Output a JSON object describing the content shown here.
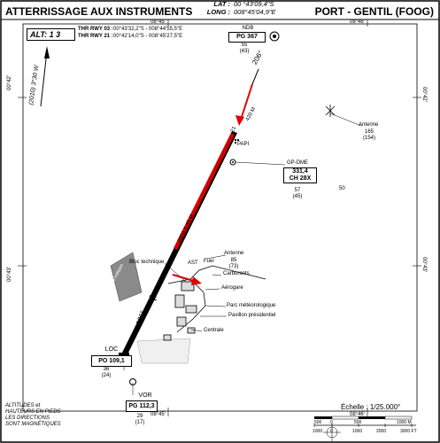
{
  "header": {
    "title_left": "ATTERRISSAGE AUX INSTRUMENTS",
    "title_right": "PORT - GENTIL (FOOG)",
    "lat_label": "LAT :",
    "lat_value": "00 °43'09,4\"S",
    "long_label": "LONG :",
    "long_value": "008°45'04,9\"E"
  },
  "alt_box": "ALT:  1 3",
  "thresholds": [
    {
      "label": "THR RWY 03 :",
      "value": "00°43'32,2\"S - 008°44'55,5\"E"
    },
    {
      "label": "THR RWY 21 :",
      "value": "00°42'14,0\"S - 008°45'27,5\"E"
    }
  ],
  "grid_labels": {
    "top_left": "08°45'",
    "top_right": "08°46'",
    "bottom_left": "08°45'",
    "bottom_right": "08°46'",
    "left_top": "00°42'",
    "left_bottom": "00°43'",
    "right_top": "00°42'",
    "right_bottom": "00°43'"
  },
  "magvar": "(2010) 3°30 W",
  "ndb": {
    "type": "NDB",
    "ident": "PG 367",
    "elev": "55",
    "elev_paren": "(43)"
  },
  "gp_dme": {
    "type": "GP-DME",
    "freq": "331,4",
    "channel": "CH 28X",
    "elev": "57",
    "elev_paren": "(45)"
  },
  "loc": {
    "type": "LOC",
    "ident": "PO 109,1",
    "elev": "36",
    "elev_paren": "(24)"
  },
  "vor": {
    "type": "VOR",
    "ident": "PG 112,3",
    "elev": "29",
    "elev_paren": "(17)"
  },
  "antenne_ne": {
    "label": "Antenne",
    "elev": "165",
    "elev_paren": "(154)"
  },
  "antenne_sw": {
    "label": "Antenne",
    "elev": "85",
    "elev_paren": "(73)"
  },
  "runway": {
    "dimensions": "2600 X 45 M",
    "heading_21": "206°",
    "heading_03": "026°",
    "thr_21": "21",
    "thr_03": "12",
    "dist_420": "420 M"
  },
  "labels": {
    "papi": "PAPI",
    "bloc_technique": "Bloc technique",
    "ast": "AST",
    "fuel": "Fuel",
    "carburants": "Carburants",
    "aerogare": "Aérogare",
    "parc_meteo": "Parc météorologique",
    "pavillon": "Pavillon présidentiel",
    "centrale": "Centrale",
    "zone_grey": "zone militaire",
    "contour_50": "50"
  },
  "scale": {
    "title": "Échelle : 1/25.000°",
    "m_labels": [
      "500",
      "0",
      "500",
      "1000 M"
    ],
    "ft_labels": [
      "1000",
      "0",
      "1000",
      "2000",
      "3000 FT"
    ]
  },
  "bottom_note": [
    "ALTITUDES et",
    "HAUTEURS EN PIEDS",
    "LES DIRECTIONS",
    "SONT MAGNÉTIQUES"
  ],
  "colors": {
    "runway_red": "#d00000",
    "arrow_red": "#e00000",
    "grey": "#8a8a8a"
  }
}
